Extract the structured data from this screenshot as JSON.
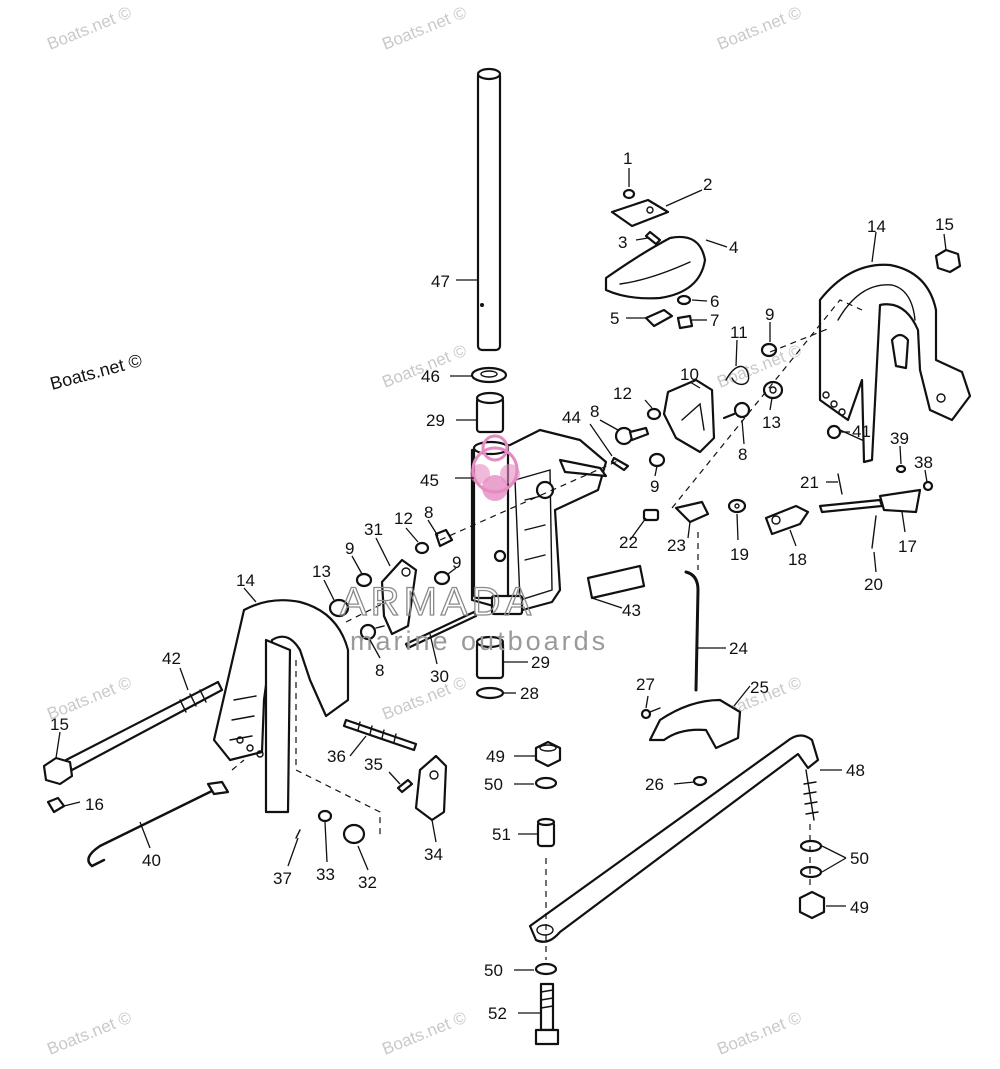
{
  "watermark_text": "Boats.net ©",
  "brand": {
    "name": "ARMADA",
    "tagline": "marine outboards",
    "logo_color": "#e58bc2"
  },
  "callouts": {
    "c1": "1",
    "c2": "2",
    "c3": "3",
    "c4": "4",
    "c5": "5",
    "c6": "6",
    "c7": "7",
    "c8a": "8",
    "c8b": "8",
    "c8c": "8",
    "c8d": "8",
    "c9a": "9",
    "c9b": "9",
    "c9c": "9",
    "c9d": "9",
    "c10": "10",
    "c11": "11",
    "c12a": "12",
    "c12b": "12",
    "c13a": "13",
    "c13b": "13",
    "c14a": "14",
    "c14b": "14",
    "c15a": "15",
    "c15b": "15",
    "c16": "16",
    "c17": "17",
    "c18": "18",
    "c19": "19",
    "c20": "20",
    "c21": "21",
    "c22": "22",
    "c23": "23",
    "c24": "24",
    "c25": "25",
    "c26": "26",
    "c27": "27",
    "c28": "28",
    "c29a": "29",
    "c29b": "29",
    "c30": "30",
    "c31": "31",
    "c32": "32",
    "c33": "33",
    "c34": "34",
    "c35": "35",
    "c36": "36",
    "c37": "37",
    "c38": "38",
    "c39": "39",
    "c40": "40",
    "c41": "41",
    "c42": "42",
    "c43": "43",
    "c44": "44",
    "c45": "45",
    "c46": "46",
    "c47": "47",
    "c48": "48",
    "c49a": "49",
    "c49b": "49",
    "c50a": "50",
    "c50b": "50",
    "c50c": "50",
    "c51": "51",
    "c52": "52"
  }
}
